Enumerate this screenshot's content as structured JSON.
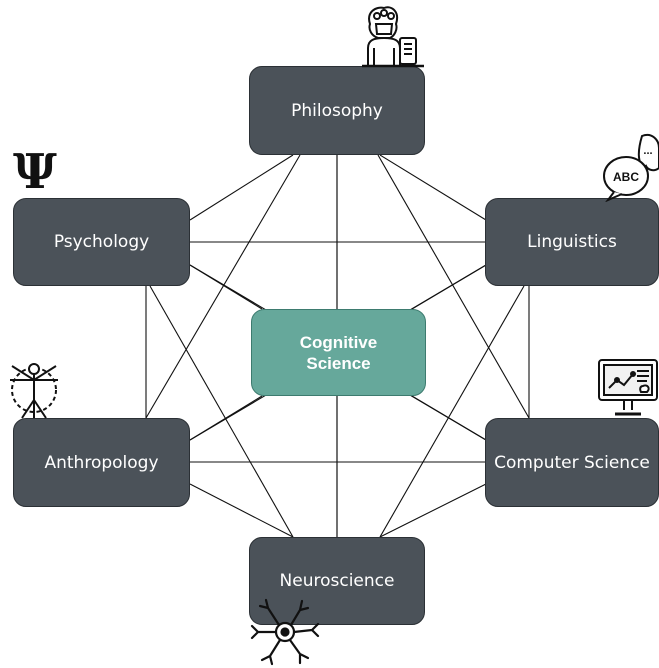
{
  "center": {
    "label": "Cognitive\nScience"
  },
  "nodes": {
    "philosophy": "Philosophy",
    "psychology": "Psychology",
    "linguistics": "Linguistics",
    "anthropology": "Anthropology",
    "computer_science": "Computer Science",
    "neuroscience": "Neuroscience"
  },
  "icons": {
    "philosophy": "philosopher-bust-icon",
    "psychology": "psi-icon",
    "psi_glyph": "Ψ",
    "linguistics": "speech-bubble-icon",
    "speech_text": "ABC",
    "speech_dots": "...",
    "anthropology": "vitruvian-man-icon",
    "computer_science": "computer-monitor-icon",
    "neuroscience": "neuron-icon"
  },
  "colors": {
    "node_fill": "#4b5259",
    "center_fill": "#66a89b",
    "edge": "#000000"
  }
}
